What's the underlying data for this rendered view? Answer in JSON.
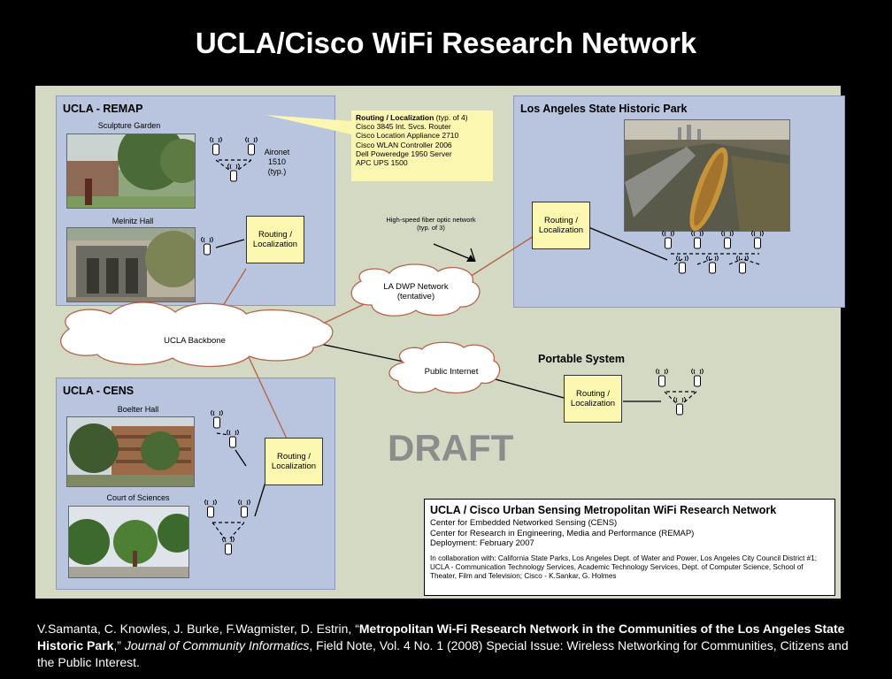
{
  "slide": {
    "title": "UCLA/Cisco WiFi Research Network"
  },
  "panels": {
    "remap": {
      "title": "UCLA - REMAP",
      "photo1_caption": "Sculpture Garden",
      "photo2_caption": "Melnitz Hall",
      "aironet_line1": "Aironet",
      "aironet_line2": "1510",
      "aironet_line3": "(typ.)"
    },
    "la_park": {
      "title": "Los Angeles State Historic Park"
    },
    "cens": {
      "title": "UCLA - CENS",
      "photo1_caption": "Boelter Hall",
      "photo2_caption": "Court of Sciences"
    },
    "portable": {
      "title": "Portable System"
    }
  },
  "router": {
    "line1": "Routing /",
    "line2": "Localization"
  },
  "callout": {
    "title": "Routing / Localization",
    "title_suffix": " (typ. of 4)",
    "items": [
      "Cisco 3845 Int. Svcs. Router",
      "Cisco Location Appliance  2710",
      "Cisco WLAN Controller 2006",
      "Dell Poweredge 1950 Server",
      "APC UPS 1500"
    ]
  },
  "fiber_note": {
    "line1": "High-speed fiber optic network",
    "line2": "(typ. of 3)"
  },
  "clouds": {
    "la_dwp": {
      "line1": "LA DWP Network",
      "line2": "(tentative)"
    },
    "ucla_backbone": {
      "line1": "UCLA Backbone"
    },
    "public_internet": {
      "line1": "Public Internet"
    }
  },
  "watermark": "DRAFT",
  "infobox": {
    "heading": "UCLA / Cisco Urban Sensing Metropolitan WiFi Research Network",
    "lines": [
      "Center for Embedded Networked Sensing (CENS)",
      "Center for Research in Engineering, Media and Performance (REMAP)",
      "Deployment: February 2007"
    ],
    "collab": "In collaboration with: California State Parks, Los Angeles Dept. of Water and Power, Los Angeles City Council District #1; UCLA - Communication Technology Services, Academic Technology Services, Dept. of Computer Science, School of Theater, Film and Television; Cisco - K.Sankar, G. Holmes"
  },
  "citation": {
    "authors": "V.Samanta, C. Knowles, J. Burke, F.Wagmister, D. Estrin, “",
    "title": "Metropolitan Wi-Fi Research Network in the Communities of the Los Angeles State Historic Park",
    "mid": ",” ",
    "journal": "Journal  of Community Informatics",
    "rest": ", Field Note, Vol. 4 No. 1 (2008) Special Issue: Wireless Networking for Communities, Citizens and the Public Interest."
  },
  "colors": {
    "background": "#000000",
    "diagram_bg": "#d3d9c2",
    "panel_bg": "#b9c4df",
    "router_fill": "#fbf7b0",
    "link_line": "#b5654a",
    "watermark": "#8c8c8c"
  }
}
